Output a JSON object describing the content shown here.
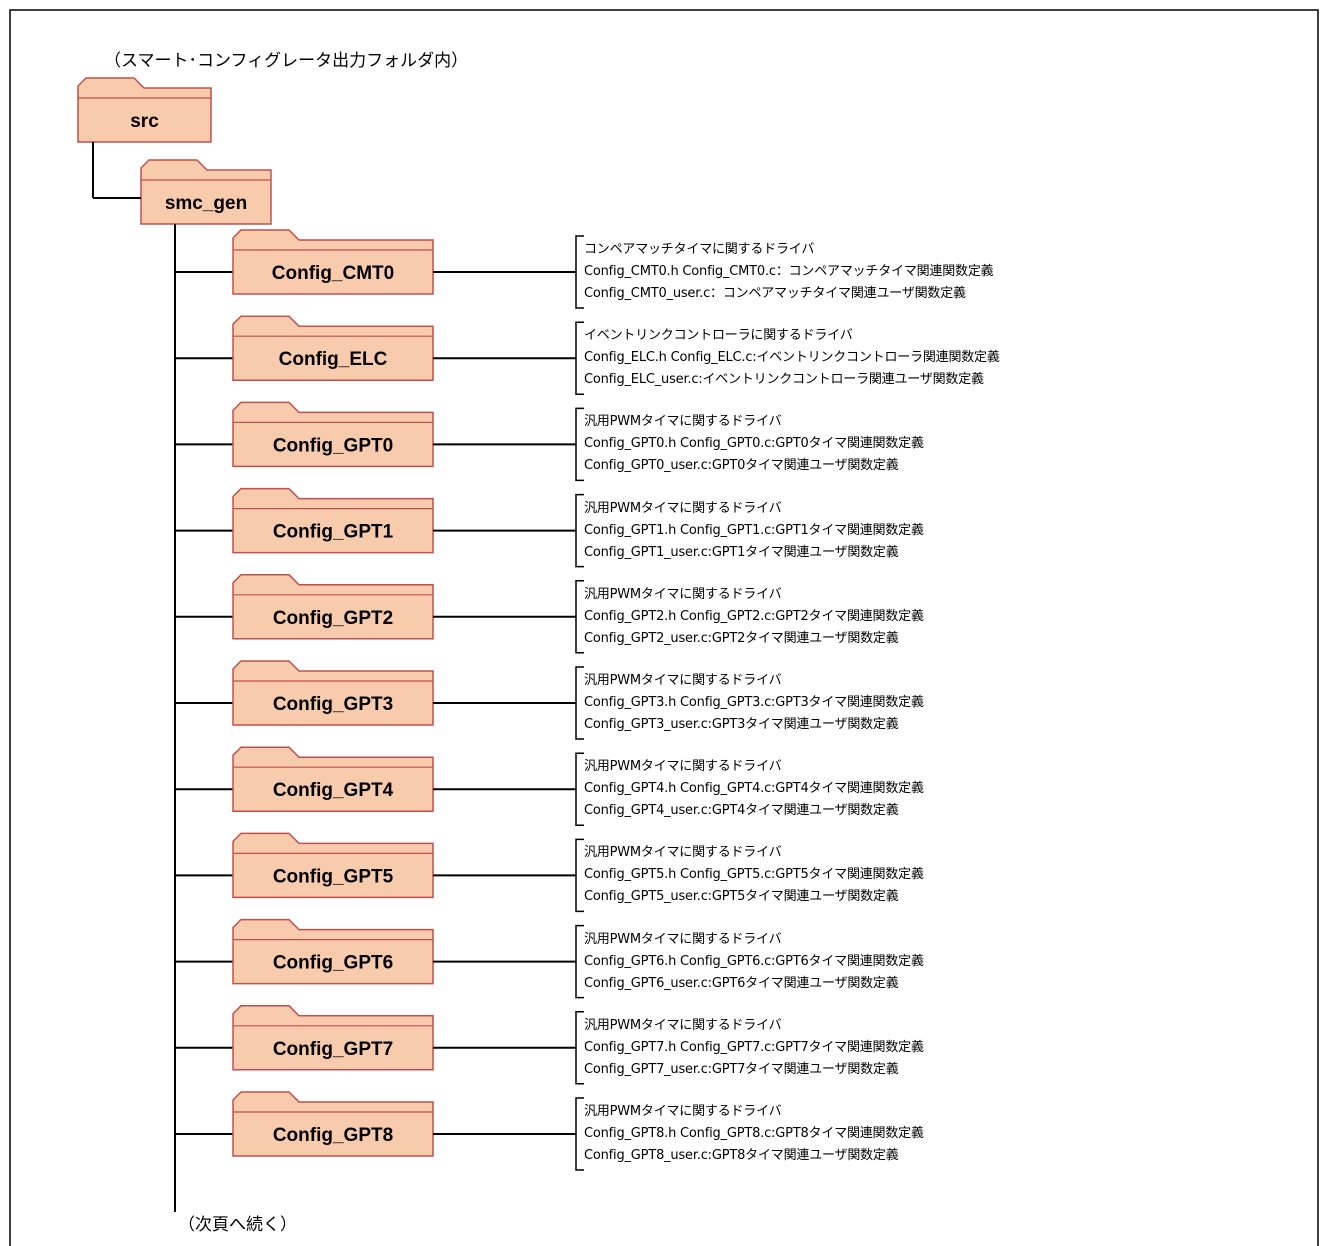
{
  "caption_top": "（スマート･コンフィグレータ出力フォルダ内）",
  "caption_bottom": "（次頁へ続く）",
  "root": {
    "label": "src"
  },
  "sub": {
    "label": "smc_gen"
  },
  "colors": {
    "folder_fill": "#f9cbad",
    "folder_stroke": "#c0504d",
    "line": "#000000"
  },
  "items": [
    {
      "label": "Config_CMT0",
      "desc": [
        "コンペアマッチタイマに関するドライバ",
        "Config_CMT0.h  Config_CMT0.c：コンペアマッチタイマ関連関数定義",
        "Config_CMT0_user.c：コンペアマッチタイマ関連ユーザ関数定義"
      ]
    },
    {
      "label": "Config_ELC",
      "desc": [
        "イベントリンクコントローラに関するドライバ",
        "Config_ELC.h  Config_ELC.c:イベントリンクコントローラ関連関数定義",
        "Config_ELC_user.c:イベントリンクコントローラ関連ユーザ関数定義"
      ]
    },
    {
      "label": "Config_GPT0",
      "desc": [
        "汎用PWMタイマに関するドライバ",
        "Config_GPT0.h  Config_GPT0.c:GPT0タイマ関連関数定義",
        "Config_GPT0_user.c:GPT0タイマ関連ユーザ関数定義"
      ]
    },
    {
      "label": "Config_GPT1",
      "desc": [
        "汎用PWMタイマに関するドライバ",
        "Config_GPT1.h  Config_GPT1.c:GPT1タイマ関連関数定義",
        "Config_GPT1_user.c:GPT1タイマ関連ユーザ関数定義"
      ]
    },
    {
      "label": "Config_GPT2",
      "desc": [
        "汎用PWMタイマに関するドライバ",
        "Config_GPT2.h  Config_GPT2.c:GPT2タイマ関連関数定義",
        "Config_GPT2_user.c:GPT2タイマ関連ユーザ関数定義"
      ]
    },
    {
      "label": "Config_GPT3",
      "desc": [
        "汎用PWMタイマに関するドライバ",
        "Config_GPT3.h  Config_GPT3.c:GPT3タイマ関連関数定義",
        "Config_GPT3_user.c:GPT3タイマ関連ユーザ関数定義"
      ]
    },
    {
      "label": "Config_GPT4",
      "desc": [
        "汎用PWMタイマに関するドライバ",
        "Config_GPT4.h  Config_GPT4.c:GPT4タイマ関連関数定義",
        "Config_GPT4_user.c:GPT4タイマ関連ユーザ関数定義"
      ]
    },
    {
      "label": "Config_GPT5",
      "desc": [
        "汎用PWMタイマに関するドライバ",
        "Config_GPT5.h  Config_GPT5.c:GPT5タイマ関連関数定義",
        "Config_GPT5_user.c:GPT5タイマ関連ユーザ関数定義"
      ]
    },
    {
      "label": "Config_GPT6",
      "desc": [
        "汎用PWMタイマに関するドライバ",
        "Config_GPT6.h  Config_GPT6.c:GPT6タイマ関連関数定義",
        "Config_GPT6_user.c:GPT6タイマ関連ユーザ関数定義"
      ]
    },
    {
      "label": "Config_GPT7",
      "desc": [
        "汎用PWMタイマに関するドライバ",
        "Config_GPT7.h  Config_GPT7.c:GPT7タイマ関連関数定義",
        "Config_GPT7_user.c:GPT7タイマ関連ユーザ関数定義"
      ]
    },
    {
      "label": "Config_GPT8",
      "desc": [
        "汎用PWMタイマに関するドライバ",
        "Config_GPT8.h  Config_GPT8.c:GPT8タイマ関連関数定義",
        "Config_GPT8_user.c:GPT8タイマ関連ユーザ関数定義"
      ]
    }
  ]
}
